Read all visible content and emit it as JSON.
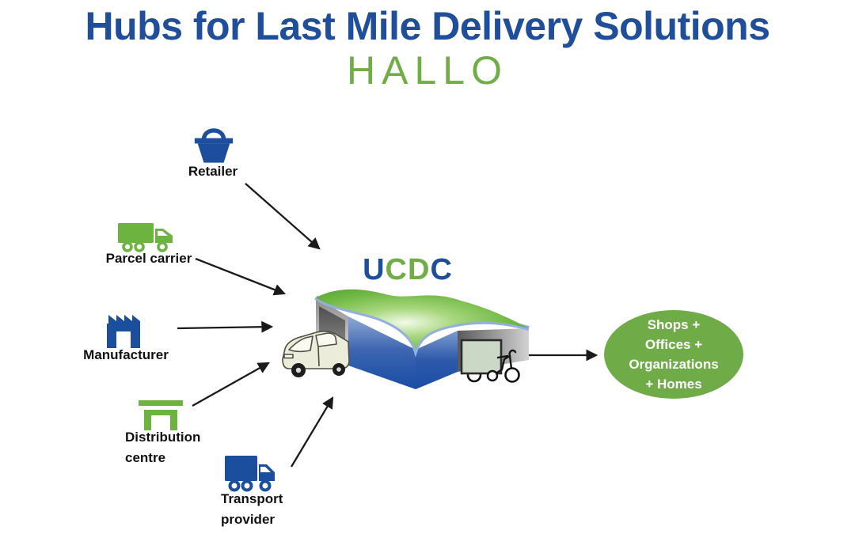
{
  "title": "Hubs for Last Mile Delivery Solutions",
  "subtitle": "HALLO",
  "colors": {
    "title_blue": "#1F4E9B",
    "subtitle_green": "#70AD47",
    "icon_blue": "#1B4F9E",
    "icon_green": "#6CB33F",
    "label_black": "#111111",
    "arrow_black": "#1A1A1A",
    "ellipse_green": "#6FAC47",
    "ellipse_text": "#FFFFFF"
  },
  "sources": [
    {
      "label": "Retailer",
      "icon": "shopping-basket-icon",
      "color": "#1B4F9E"
    },
    {
      "label": "Parcel carrier",
      "icon": "delivery-truck-icon",
      "color": "#6CB33F"
    },
    {
      "label": "Manufacturer",
      "icon": "factory-icon",
      "color": "#1B4F9E"
    },
    {
      "label": "Distribution centre",
      "icon": "warehouse-canopy-icon",
      "color": "#6CB33F"
    },
    {
      "label": "Transport provider",
      "icon": "delivery-truck-icon",
      "color": "#1B4F9E"
    }
  ],
  "hub": {
    "name": "UCDC",
    "letters": [
      {
        "char": "U",
        "color": "#1F4E9B"
      },
      {
        "char": "C",
        "color": "#70AD47"
      },
      {
        "char": "D",
        "color": "#70AD47"
      },
      {
        "char": "C",
        "color": "#1F4E9B"
      }
    ],
    "illustration_icons": [
      "delivery-van-icon",
      "warehouse-building",
      "cargo-bike-icon"
    ]
  },
  "destination": {
    "lines": [
      "Shops +",
      "Offices +",
      "Organizations",
      "+ Homes"
    ],
    "fill": "#6FAC47"
  }
}
